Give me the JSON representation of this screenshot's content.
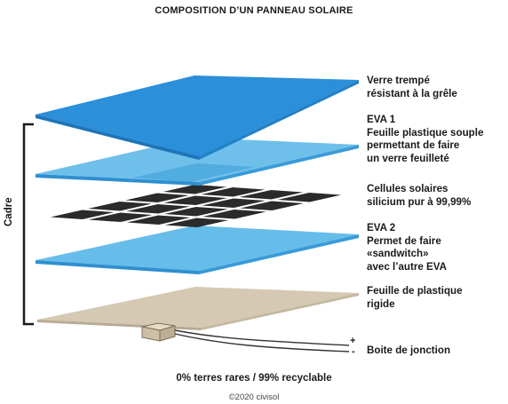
{
  "title": "COMPOSITION D’UN PANNEAU SOLAIRE",
  "frame_label": "Cadre",
  "layers": [
    {
      "id": "glass",
      "lines": [
        "Verre trempé",
        "résistant à la grêle"
      ]
    },
    {
      "id": "eva1",
      "lines": [
        "EVA 1",
        "Feuille plastique souple",
        "permettant de faire",
        "un verre feuilleté"
      ]
    },
    {
      "id": "cells",
      "lines": [
        "Cellules solaires",
        "silicium pur à 99,99%"
      ]
    },
    {
      "id": "eva2",
      "lines": [
        "EVA 2",
        "Permet de faire",
        "«sandwitch»",
        "avec l’autre EVA"
      ]
    },
    {
      "id": "backsheet",
      "lines": [
        "Feuille de plastique",
        "rigide"
      ]
    },
    {
      "id": "junction",
      "lines": [
        "Boite de jonction"
      ]
    }
  ],
  "junction_signs": {
    "plus": "+",
    "minus": "-"
  },
  "footer": "0% terres rares / 99% recyclable",
  "copyright": "©2020 civisol",
  "colors": {
    "glass": "#2b8fd9",
    "eva": "#5ab7e8",
    "eva_edge": "#3a9bd8",
    "cells": "#2b2b2b",
    "backsheet": "#d5c9b3",
    "bracket": "#1a1a1a"
  }
}
